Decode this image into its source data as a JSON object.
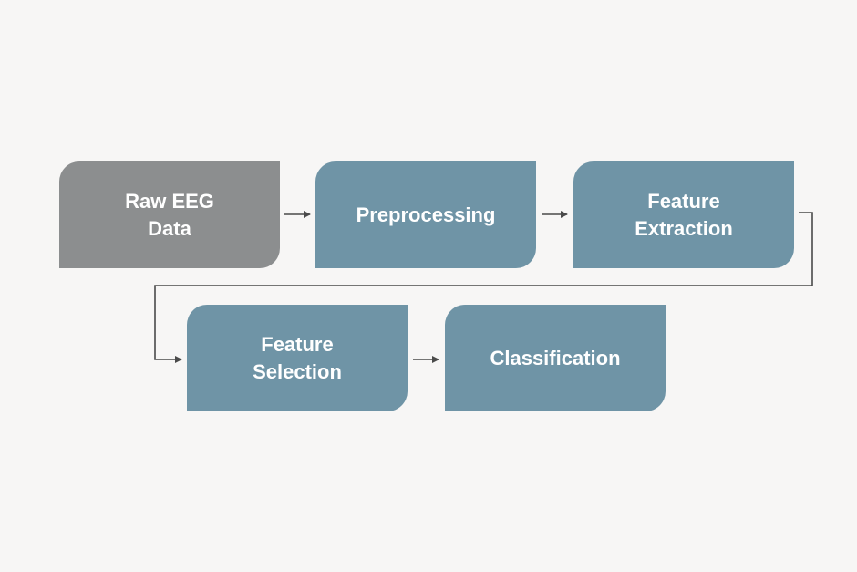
{
  "diagram": {
    "steps": [
      {
        "id": "raw",
        "label": "Raw EEG\nData",
        "kind": "input"
      },
      {
        "id": "preprocess",
        "label": "Preprocessing",
        "kind": "step"
      },
      {
        "id": "extract",
        "label": "Feature\nExtraction",
        "kind": "step"
      },
      {
        "id": "select",
        "label": "Feature\nSelection",
        "kind": "step"
      },
      {
        "id": "classify",
        "label": "Classification",
        "kind": "step"
      }
    ],
    "colors": {
      "background": "#f7f6f5",
      "input_box": "#8c8e8f",
      "step_box": "#6f94a6",
      "arrow": "#4a4a4a",
      "text": "#ffffff"
    }
  }
}
